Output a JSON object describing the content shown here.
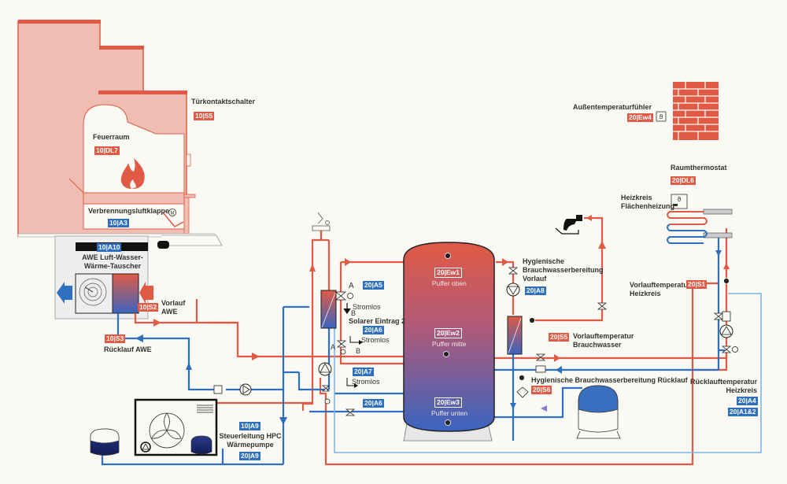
{
  "diagram": {
    "colors": {
      "hot": "#e05a45",
      "cold": "#2f6fc0",
      "light_blue": "#7ab6e4",
      "stove_fill": "#f0bdb2",
      "stove_line": "#e05a45",
      "background": "#fbf9f4"
    },
    "stove": {
      "door_contact": {
        "label": "Türkontaktschalter",
        "tag": "10|S5"
      },
      "firebox": {
        "label": "Feuerraum",
        "tag": "10|DL7",
        "icon": "flame-icon"
      },
      "combustion_air_flap": {
        "label": "Verbrennungsluftklappe",
        "tag": "10|A3",
        "icon": "motor-icon"
      }
    },
    "awe": {
      "tag_top": "10|A10",
      "label_line1": "AWE Luft-Wasser-",
      "label_line2": "Wärme-Tauscher",
      "supply": {
        "label_line1": "Vorlauf",
        "label_line2": "AWE",
        "tag": "10|S2"
      },
      "return": {
        "label": "Rücklauf AWE",
        "tag": "10|S3"
      }
    },
    "solar": {
      "valve_a5_tag": "20|A5",
      "stromlos_1": "Stromlos",
      "port_a": "A",
      "port_b": "B",
      "label": "Solarer Eintrag 2",
      "valve_a6_tag": "20|A6",
      "stromlos_2": "Stromlos",
      "valve_a7_tag": "20|A7",
      "stromlos_3": "Stromlos",
      "valve_a6_lower_tag": "20|A6"
    },
    "buffer_tank": {
      "top": {
        "tag": "20|Ew1",
        "label": "Puffer oben"
      },
      "middle": {
        "tag": "20|Ew2",
        "label": "Puffer mitte"
      },
      "bottom": {
        "tag": "20|Ew3",
        "label": "Puffer unten"
      }
    },
    "hot_water": {
      "supply_label_line1": "Hygienische",
      "supply_label_line2": "Brauchwasserbereitung",
      "supply_label_line3": "Vorlauf",
      "pump_tag": "20|A8",
      "temp_tag": "20|S5",
      "temp_label_line1": "Vorlauftemperatur",
      "temp_label_line2": "Brauchwasser",
      "return_label": "Hygienische Brauchwasserbereitung Rücklauf",
      "return_tag": "20|S6"
    },
    "outdoor_sensor": {
      "label": "Außentemperaturfühler",
      "tag": "20|Ew4"
    },
    "room_thermostat": {
      "label": "Raumthermostat",
      "tag": "20|DL6"
    },
    "heating_circuit": {
      "label_line1": "Heizkreis",
      "label_line2": "Flächenheizung",
      "supply_temp_label_line1": "Vorlauftemperatur",
      "supply_temp_label_line2": "Heizkreis",
      "supply_temp_tag": "20|S1",
      "return_temp_label_line1": "Rücklauftemperatur",
      "return_temp_label_line2": "Heizkreis",
      "return_tag_1": "20|A4",
      "return_tag_2": "20|A1&2"
    },
    "heat_pump": {
      "tag_top": "10|A9",
      "label_line1": "Steuerleitung HPC",
      "label_line2": "Wärmepumpe",
      "tag_bottom": "20|A9"
    }
  }
}
